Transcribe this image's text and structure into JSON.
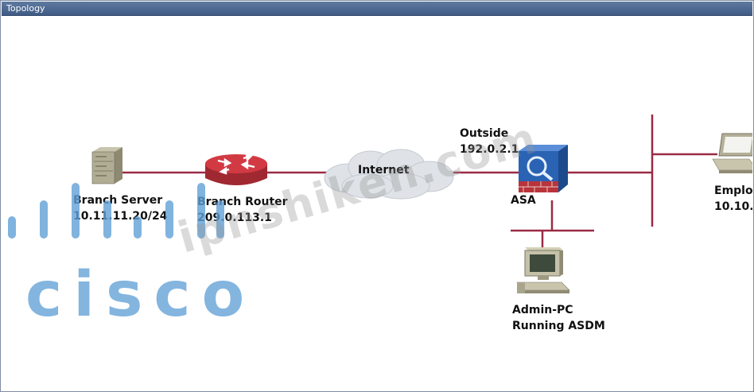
{
  "window": {
    "title": "Topology"
  },
  "nodes": {
    "branch_server": {
      "name": "Branch Server",
      "ip": "10.11.11.20/24"
    },
    "branch_router": {
      "name": "Branch Router",
      "ip": "209.0.113.1"
    },
    "internet": {
      "label": "Internet"
    },
    "asa": {
      "outside_label": "Outside",
      "outside_ip": "192.0.2.1",
      "name": "ASA"
    },
    "admin_pc": {
      "line1": "Admin-PC",
      "line2": "Running ASDM"
    },
    "employee": {
      "name_partial": "Emplo",
      "ip_partial": "10.10."
    }
  },
  "watermark": {
    "text": "ipnshiken.com",
    "logo_word": "cisco"
  },
  "colors": {
    "link": "#9b2b45",
    "titlebar": "#4f6b94",
    "cisco_blue": "#60a0d6",
    "asa_blue": "#2a5ea8",
    "asa_brick": "#b8343a",
    "router_red": "#c9303a"
  }
}
